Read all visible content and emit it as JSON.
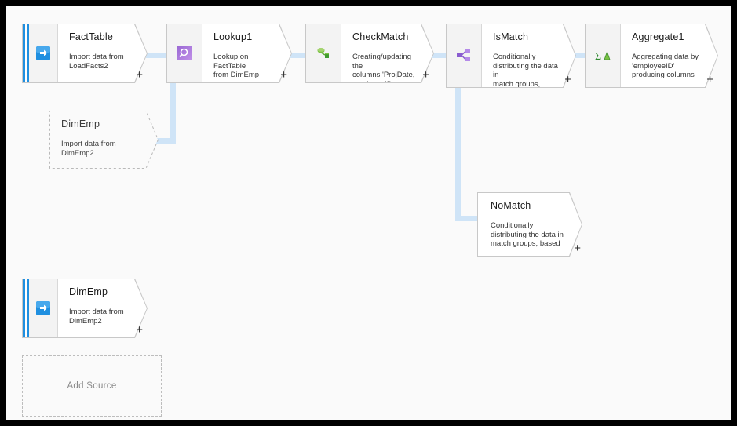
{
  "canvas": {
    "background": "#fafafa",
    "frame_color": "#000000",
    "connector_color": "#cfe4f7"
  },
  "add_source": {
    "label": "Add Source",
    "name": "add-source-placeholder"
  },
  "nodes": [
    {
      "id": "factTable",
      "title": "FactTable",
      "desc": "Import data from\nLoadFacts2",
      "icon": "source-import-icon",
      "kind": "source",
      "plus": "+"
    },
    {
      "id": "dimEmpGhost",
      "title": "DimEmp",
      "desc": "Import data from\nDimEmp2",
      "icon": "source-import-icon",
      "kind": "ghost",
      "plus": ""
    },
    {
      "id": "lookup1",
      "title": "Lookup1",
      "desc": "Lookup on FactTable\nfrom DimEmp",
      "icon": "lookup-icon",
      "kind": "transform",
      "plus": "+"
    },
    {
      "id": "checkMatch",
      "title": "CheckMatch",
      "desc": "Creating/updating the\ncolumns 'ProjDate,\nemployeeID,",
      "icon": "derived-column-icon",
      "kind": "transform",
      "plus": "+"
    },
    {
      "id": "isMatch",
      "title": "IsMatch",
      "desc": "Conditionally\ndistributing the data in\nmatch groups, based",
      "icon": "conditional-split-icon",
      "kind": "transform",
      "plus": "+"
    },
    {
      "id": "noMatch",
      "title": "NoMatch",
      "desc": "Conditionally\ndistributing the data in\nmatch groups, based",
      "icon": "",
      "kind": "branch",
      "plus": "+"
    },
    {
      "id": "aggregate1",
      "title": "Aggregate1",
      "desc": "Aggregating data by\n'employeeID'\nproducing columns",
      "icon": "aggregate-icon",
      "kind": "transform",
      "plus": "+"
    },
    {
      "id": "dimEmpSource",
      "title": "DimEmp",
      "desc": "Import data from\nDimEmp2",
      "icon": "source-import-icon",
      "kind": "source",
      "plus": "+"
    }
  ]
}
